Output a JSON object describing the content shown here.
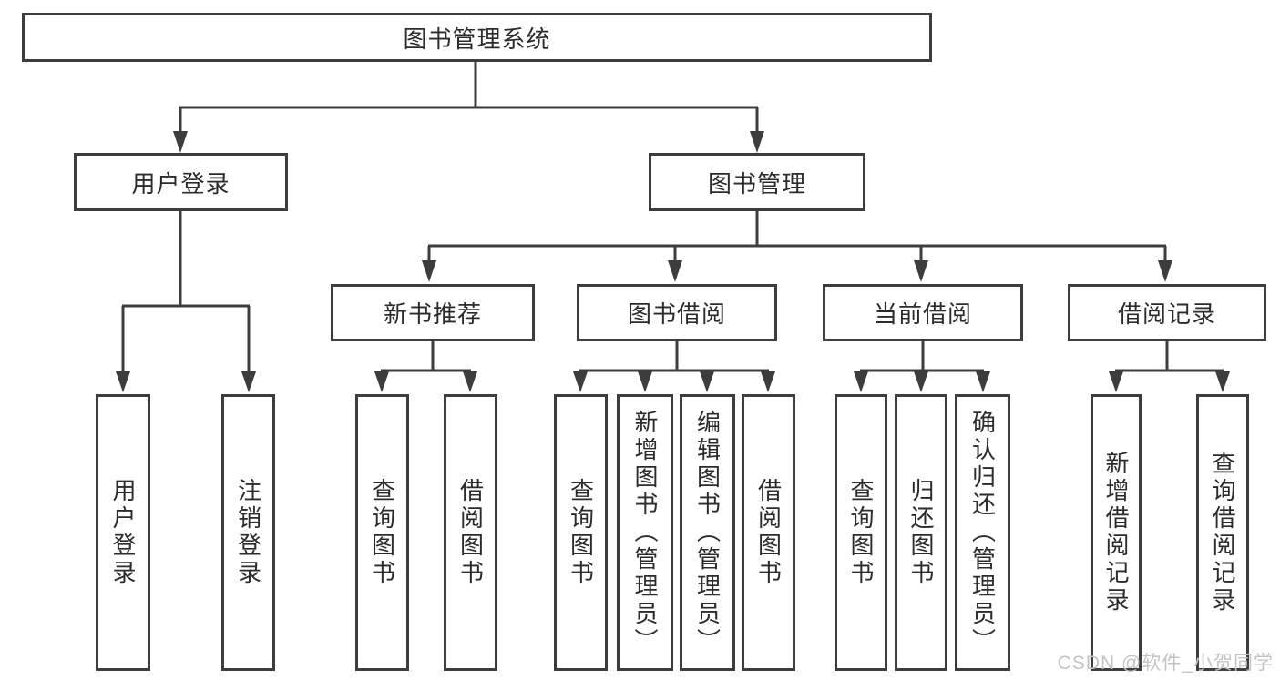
{
  "diagram": {
    "root": {
      "label": "图书管理系统"
    },
    "branches": [
      {
        "label": "用户登录",
        "children": [
          {
            "label": "用户登录"
          },
          {
            "label": "注销登录"
          }
        ]
      },
      {
        "label": "图书管理",
        "children": [
          {
            "label": "新书推荐",
            "children": [
              {
                "label": "查询图书"
              },
              {
                "label": "借阅图书"
              }
            ]
          },
          {
            "label": "图书借阅",
            "children": [
              {
                "label": "查询图书"
              },
              {
                "label": "新增图书（管理员）"
              },
              {
                "label": "编辑图书（管理员）"
              },
              {
                "label": "借阅图书"
              }
            ]
          },
          {
            "label": "当前借阅",
            "children": [
              {
                "label": "查询图书"
              },
              {
                "label": "归还图书"
              },
              {
                "label": "确认归还（管理员）"
              }
            ]
          },
          {
            "label": "借阅记录",
            "children": [
              {
                "label": "新增借阅记录"
              },
              {
                "label": "查询借阅记录"
              }
            ]
          }
        ]
      }
    ]
  },
  "watermark": {
    "text": "CSDN @软件_小贺同学"
  },
  "colors": {
    "line": "#3d3d3d",
    "text": "#2b2b2b",
    "watermark": "#c4c3c3",
    "background": "#ffffff"
  }
}
